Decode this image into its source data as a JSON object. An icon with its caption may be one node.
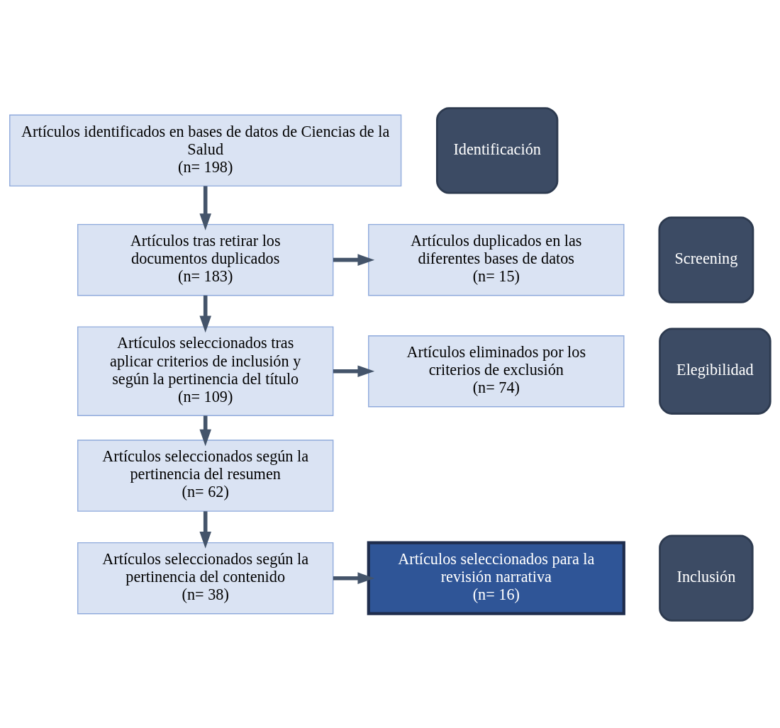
{
  "diagram": {
    "nodes": [
      {
        "text": [
          "Artículos identificados en bases de datos de Ciencias de la Salud",
          "(n= 198)"
        ]
      },
      {
        "text": [
          "Artículos tras retirar los documentos duplicados",
          "(n= 183)"
        ]
      },
      {
        "text": [
          "Artículos duplicados en las diferentes bases de datos",
          "(n= 15)"
        ]
      },
      {
        "text": [
          "Artículos seleccionados tras aplicar criterios de inclusión y según la pertinencia del título",
          "(n= 109)"
        ]
      },
      {
        "text": [
          "Artículos eliminados por los criterios de exclusión",
          "(n= 74)"
        ]
      },
      {
        "text": [
          "Artículos seleccionados según la pertinencia del resumen",
          "(n= 62)"
        ]
      },
      {
        "text": [
          "Artículos seleccionados según la pertinencia del contenido",
          "(n= 38)"
        ]
      },
      {
        "text": [
          "Artículos seleccionados para la revisión narrativa",
          "(n= 16)"
        ]
      },
      {
        "text": [
          "Identificación"
        ]
      },
      {
        "text": [
          "Screening"
        ]
      },
      {
        "text": [
          "Elegibilidad"
        ]
      },
      {
        "text": [
          "Inclusión"
        ]
      }
    ],
    "edges": [
      {
        "from": 0,
        "to": 1,
        "arrow": "to"
      },
      {
        "from": 1,
        "to": 2,
        "arrow": "to"
      },
      {
        "from": 1,
        "to": 3,
        "arrow": "to"
      },
      {
        "from": 3,
        "to": 4,
        "arrow": "to"
      },
      {
        "from": 3,
        "to": 5,
        "arrow": "to"
      },
      {
        "from": 5,
        "to": 6,
        "arrow": "to"
      },
      {
        "from": 6,
        "to": 7,
        "arrow": "to"
      }
    ]
  }
}
